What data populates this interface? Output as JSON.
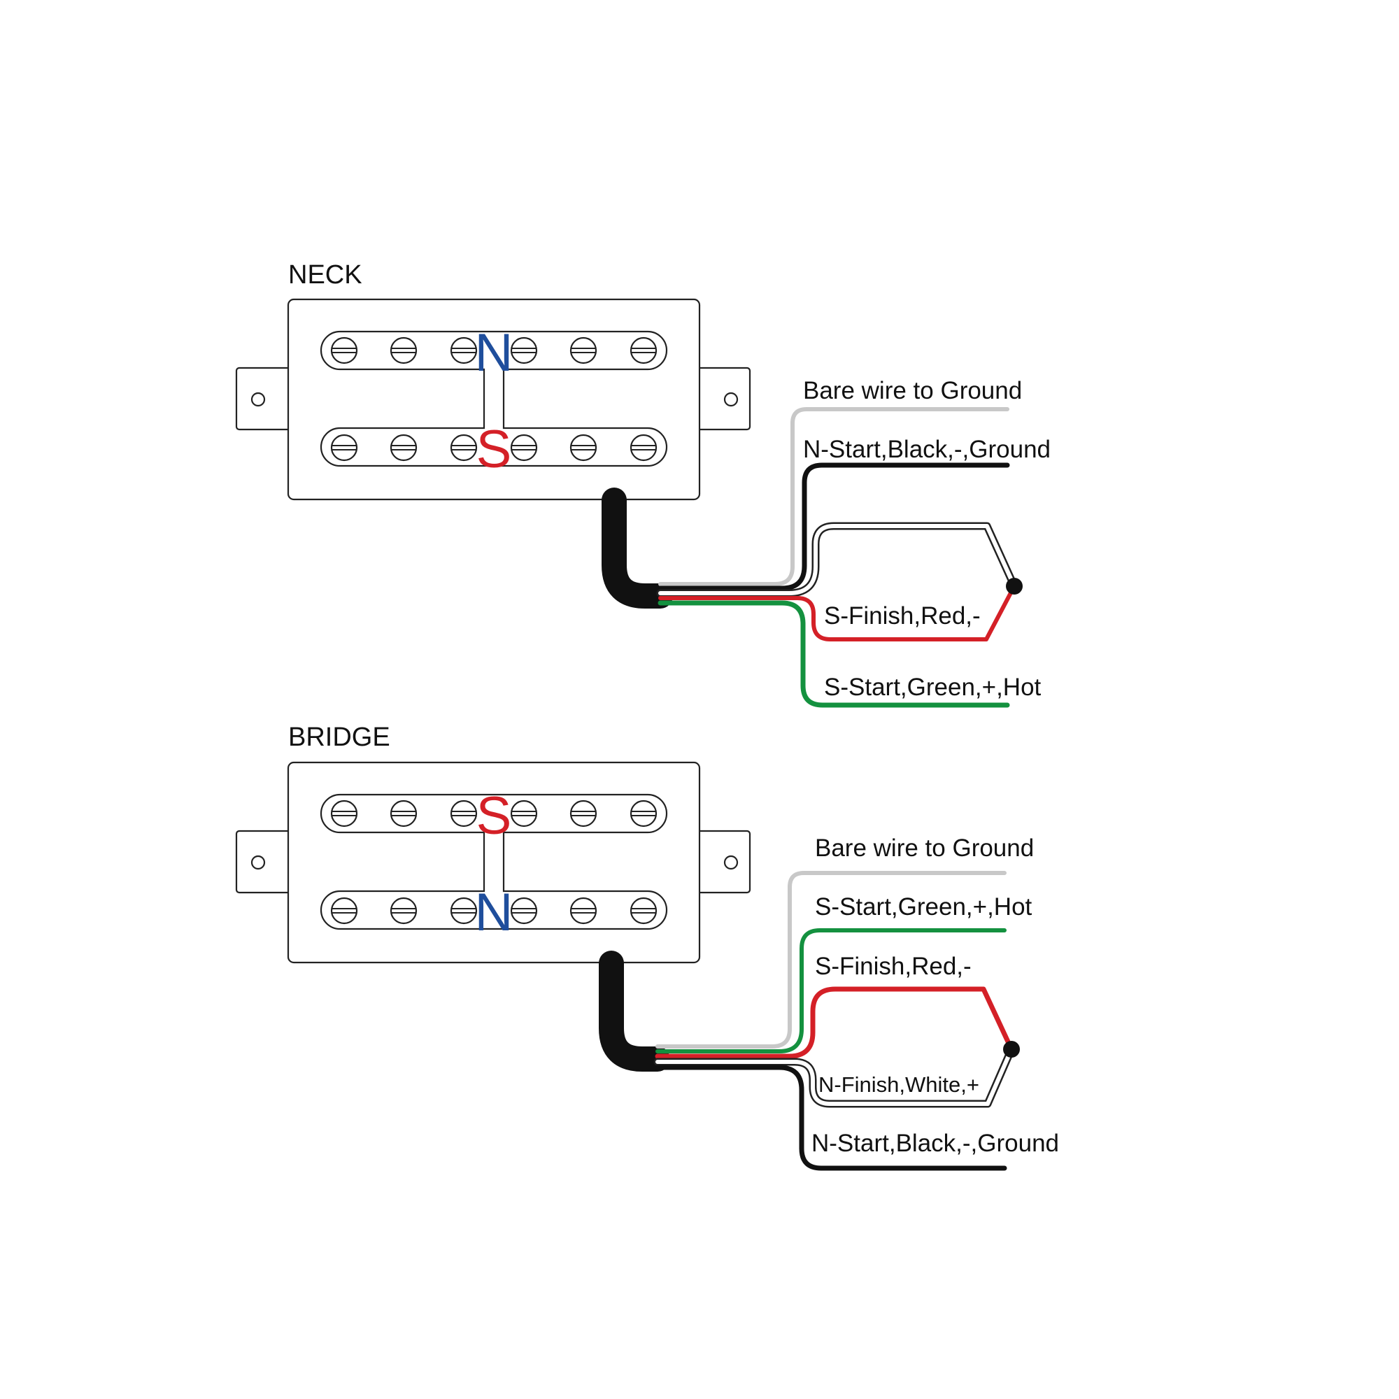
{
  "colors": {
    "north": "#1f4e9c",
    "south": "#d42027",
    "black": "#111111",
    "red": "#d42027",
    "green": "#14913f",
    "bare": "#c8c8c8",
    "white_wire_outline": "#222222"
  },
  "neck": {
    "title": "NECK",
    "pole_top": "N",
    "pole_bottom": "S",
    "labels": {
      "bare": "Bare wire to Ground",
      "black": "N-Start,Black,-,Ground",
      "red": "S-Finish,Red,-",
      "green": "S-Start,Green,+,Hot"
    }
  },
  "bridge": {
    "title": "BRIDGE",
    "pole_top": "S",
    "pole_bottom": "N",
    "labels": {
      "bare": "Bare wire to Ground",
      "green": "S-Start,Green,+,Hot",
      "red": "S-Finish,Red,-",
      "white": "N-Finish,White,+",
      "black": "N-Start,Black,-,Ground"
    }
  }
}
